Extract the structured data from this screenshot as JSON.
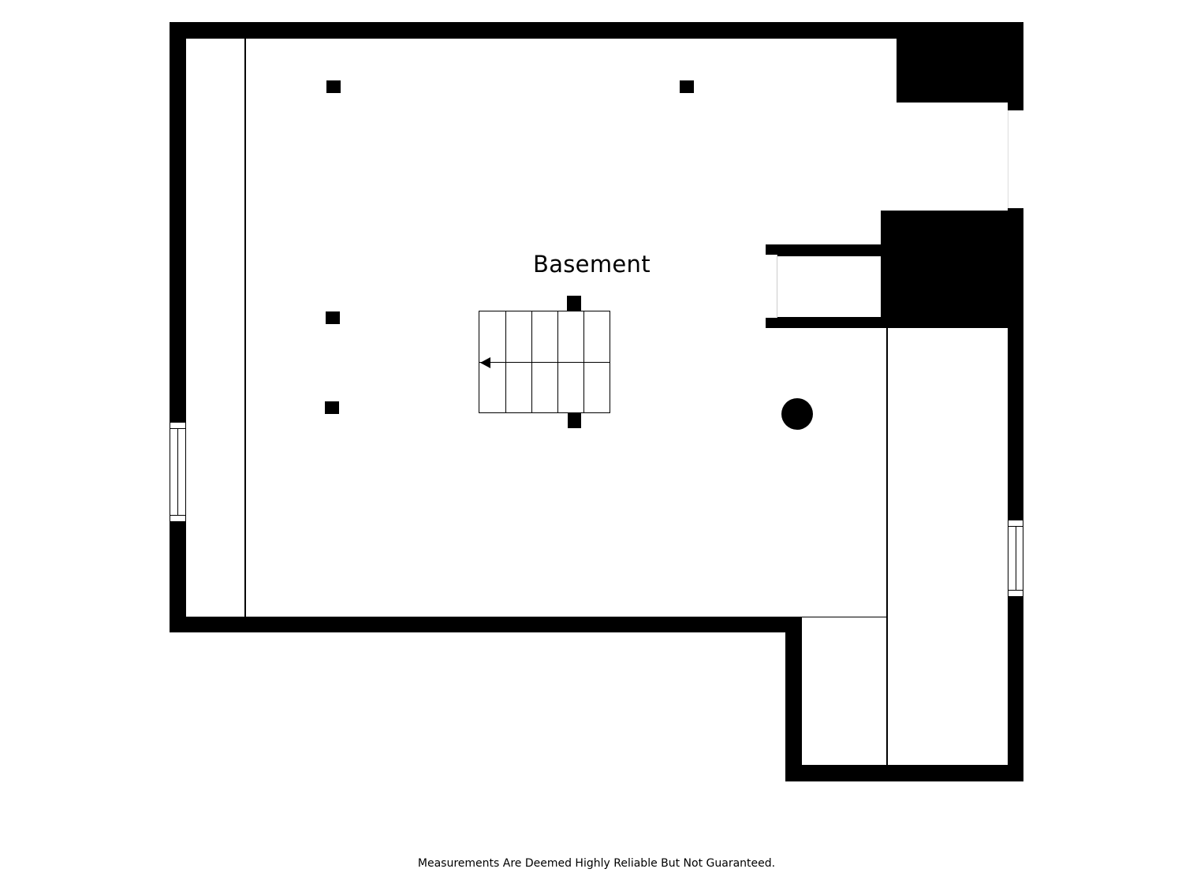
{
  "floorplan": {
    "room_label": "Basement",
    "disclaimer": "Measurements Are Deemed Highly Reliable But Not Guaranteed.",
    "colors": {
      "wall": "#000000",
      "background": "#ffffff"
    },
    "features": {
      "stairs": {
        "direction": "left",
        "treads": 5
      },
      "posts": 6,
      "round_column": 1,
      "windows": 2
    }
  }
}
